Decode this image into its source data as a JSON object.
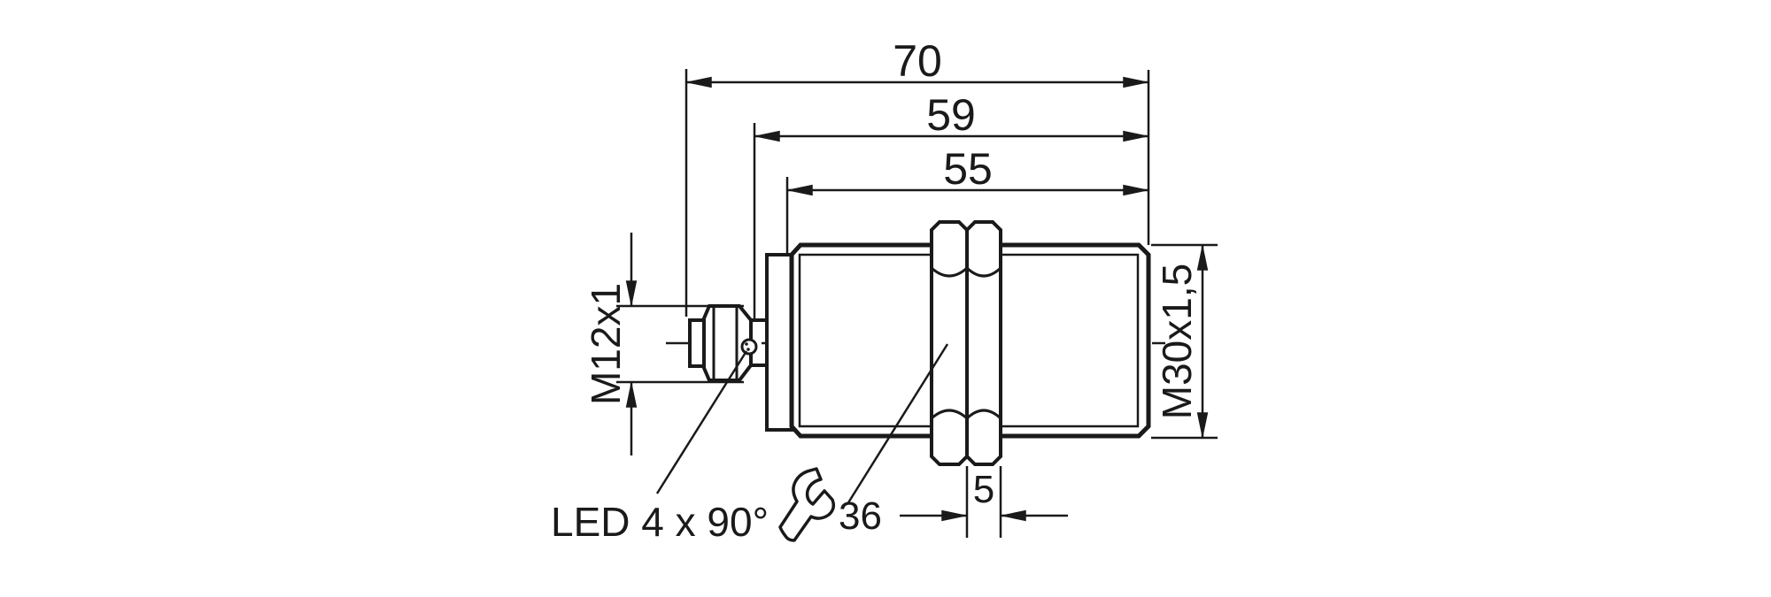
{
  "drawing": {
    "dimensions": {
      "overall_length": "70",
      "length_to_connector": "59",
      "thread_length": "55",
      "connector_thread": "M12x1",
      "body_thread": "M30x1,5",
      "nut_thickness": "5",
      "wrench_size": "36"
    },
    "labels": {
      "led": "LED 4 x 90°"
    },
    "colors": {
      "line": "#1a1a1a",
      "background": "#ffffff"
    }
  }
}
